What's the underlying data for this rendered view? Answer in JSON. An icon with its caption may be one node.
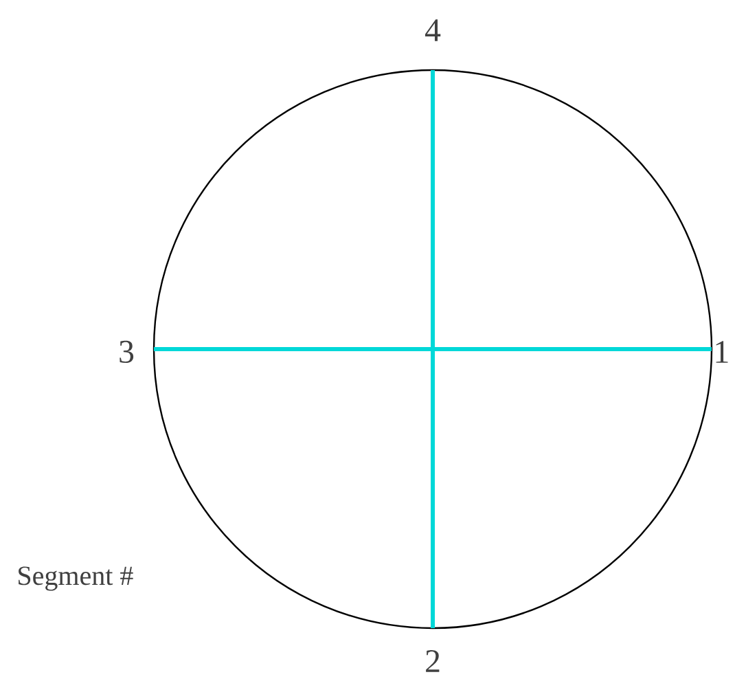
{
  "diagram": {
    "labels": [
      "4",
      "3",
      "1",
      "Segment #",
      "2"
    ]
  }
}
